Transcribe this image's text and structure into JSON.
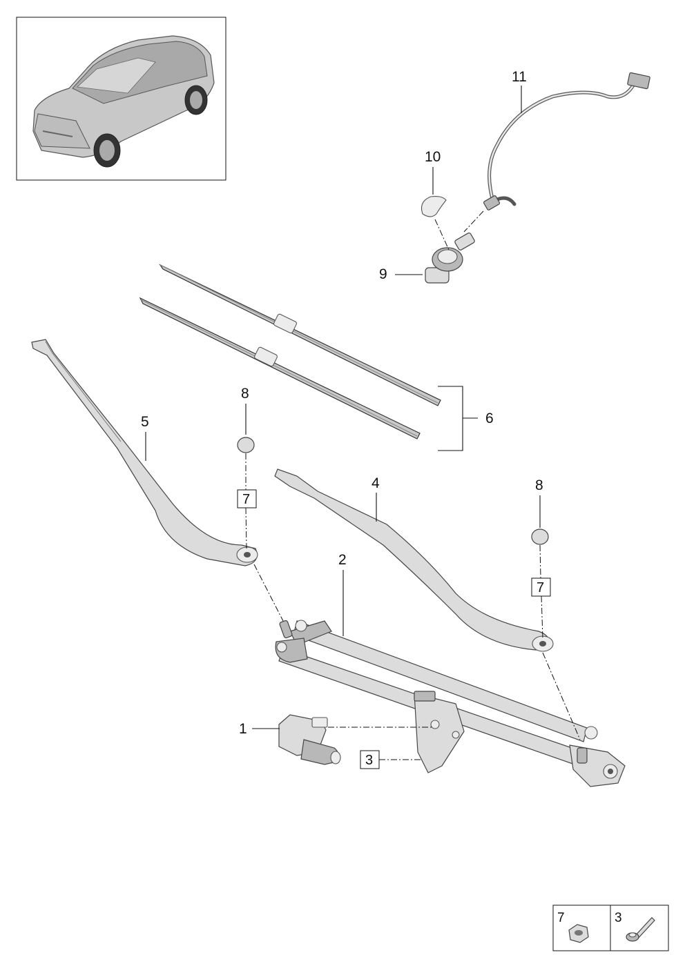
{
  "diagram": {
    "callouts": {
      "p1": "1",
      "p2": "2",
      "p4": "4",
      "p5": "5",
      "p6": "6",
      "p8a": "8",
      "p8b": "8",
      "p9": "9",
      "p10": "10",
      "p11": "11"
    },
    "boxed_refs": {
      "r7a": "7",
      "r7b": "7",
      "r3": "3"
    },
    "legend": {
      "cell7": "7",
      "cell3": "3"
    },
    "parts": [
      {
        "ref": "1",
        "icon": "wiper-motor-icon"
      },
      {
        "ref": "2",
        "icon": "wiper-linkage-frame-icon"
      },
      {
        "ref": "3",
        "icon": "flange-bolt-icon"
      },
      {
        "ref": "4",
        "icon": "wiper-arm-right-icon"
      },
      {
        "ref": "5",
        "icon": "wiper-arm-left-icon"
      },
      {
        "ref": "6",
        "icon": "wiper-blade-set-icon"
      },
      {
        "ref": "7",
        "icon": "flange-nut-icon"
      },
      {
        "ref": "8",
        "icon": "cover-cap-icon"
      },
      {
        "ref": "9",
        "icon": "sensor-icon"
      },
      {
        "ref": "10",
        "icon": "sensor-cover-icon"
      },
      {
        "ref": "11",
        "icon": "wiring-harness-icon"
      }
    ]
  }
}
